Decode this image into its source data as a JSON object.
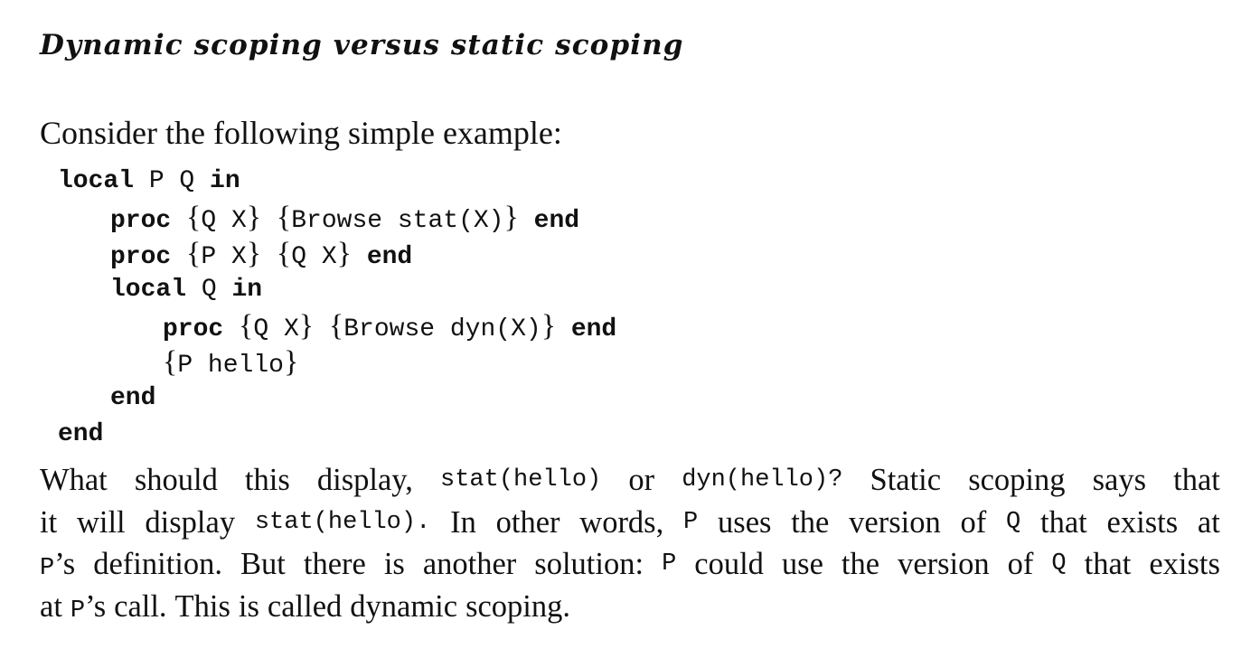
{
  "section": {
    "title": "Dynamic scoping versus static scoping"
  },
  "intro": "Consider the following simple example:",
  "code": {
    "l1_kw_local": "local",
    "l1_vars": " P Q ",
    "l1_kw_in": "in",
    "l2_kw_proc": "proc",
    "l2_ob1": "{",
    "l2_head": "Q X",
    "l2_cb1": "}",
    "l2_ob2": "{",
    "l2_body": "Browse stat(X)",
    "l2_cb2": "}",
    "l2_kw_end": "end",
    "l3_kw_proc": "proc",
    "l3_ob1": "{",
    "l3_head": "P X",
    "l3_cb1": "}",
    "l3_ob2": "{",
    "l3_body": "Q X",
    "l3_cb2": "}",
    "l3_kw_end": "end",
    "l4_kw_local": "local",
    "l4_vars": " Q ",
    "l4_kw_in": "in",
    "l5_kw_proc": "proc",
    "l5_ob1": "{",
    "l5_head": "Q X",
    "l5_cb1": "}",
    "l5_ob2": "{",
    "l5_body": "Browse dyn(X)",
    "l5_cb2": "}",
    "l5_kw_end": "end",
    "l6_ob": "{",
    "l6_call": "P hello",
    "l6_cb": "}",
    "l7_kw_end": "end",
    "l8_kw_end": "end"
  },
  "paragraph": {
    "line1": [
      "What",
      "should",
      "this",
      "display,",
      "stat(hello)",
      "or",
      "dyn(hello)?",
      "Static",
      "scoping",
      "says",
      "that"
    ],
    "line2": [
      "it",
      "will",
      "display",
      "stat(hello).",
      "In",
      "other",
      "words,",
      "P",
      "uses",
      "the",
      "version",
      "of",
      "Q",
      "that",
      "exists",
      "at"
    ],
    "line3": [
      "P’s",
      "definition.",
      "But",
      "there",
      "is",
      "another",
      "solution:",
      "P",
      "could",
      "use",
      "the",
      "version",
      "of",
      "Q",
      "that",
      "exists"
    ],
    "line4": [
      "at",
      "P’s",
      "call.",
      "This",
      "is",
      "called",
      "dynamic",
      "scoping."
    ]
  }
}
